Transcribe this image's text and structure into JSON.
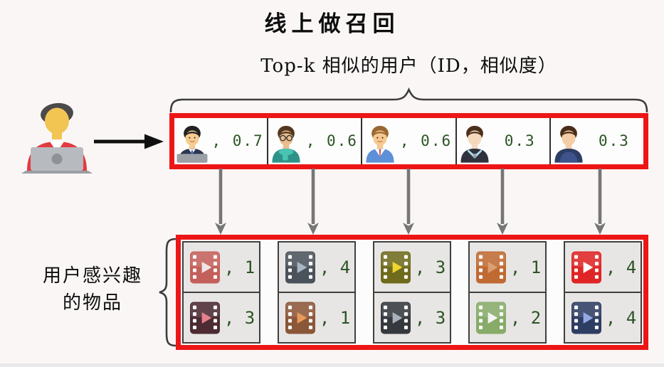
{
  "title": "线上做召回",
  "top_label": "Top-k 相似的用户（ID，相似度）",
  "bottom_label": {
    "line1": "用户感兴趣",
    "line2": "的物品"
  },
  "colors": {
    "background": "#fbf6f6",
    "accent_red": "#ed1616",
    "score_green": "#2b5424",
    "arrow_gray": "#767676",
    "cell_border": "#2f2f2f",
    "item_bg": "#e8e6e4"
  },
  "icons": {
    "query_user": "user-at-laptop-icon",
    "flow_arrow": "right-arrow-icon",
    "group_arrows": "down-arrow-icon",
    "braces": "curly-brace"
  },
  "top_box": {
    "users": [
      {
        "id": "user-1",
        "avatar_icon": "businessman-laptop-avatar-icon",
        "score": ", 0.7",
        "avatar": {
          "kind": "laptop",
          "hair": "#222222",
          "skin": "#f6cd92",
          "torso": "#2d3550",
          "extra1": "#ffffff",
          "extra2": "#3b67ad",
          "laptop": "#9ba0a6"
        }
      },
      {
        "id": "user-2",
        "avatar_icon": "glasses-scarf-avatar-icon",
        "score": ", 0.6",
        "avatar": {
          "kind": "glasses-scarf",
          "hair": "#54361f",
          "skin": "#eabd8e",
          "torso": "#2f9288",
          "extra1": "#49c4b2",
          "extra2": "#333333"
        }
      },
      {
        "id": "user-3",
        "avatar_icon": "red-tie-avatar-icon",
        "score": ", 0.6",
        "avatar": {
          "kind": "tie",
          "hair": "#9a6733",
          "skin": "#f5c98f",
          "torso": "#5e90d8",
          "extra1": "#ffffff",
          "extra2": "#c23227"
        }
      },
      {
        "id": "user-4",
        "avatar_icon": "dark-jacket-avatar-icon",
        "score": "0.3",
        "avatar": {
          "kind": "jacket",
          "hair": "#4b2f1b",
          "skin": "#f6d9bd",
          "torso": "#30333d",
          "extra1": "#abdbed",
          "extra2": "#9aa0a6"
        }
      },
      {
        "id": "user-5",
        "avatar_icon": "navy-shirt-avatar-icon",
        "score": "0.3",
        "avatar": {
          "kind": "plain",
          "hair": "#4a2c18",
          "skin": "#f4cda6",
          "torso": "#2c3e66",
          "extra1": "#3e538b"
        }
      }
    ]
  },
  "bottom_box": {
    "columns": [
      {
        "items": [
          {
            "icon": "film-icon",
            "color": "#c4605c",
            "play": "#efe6e6",
            "label": ", 1"
          },
          {
            "icon": "film-icon",
            "color": "#4c2b33",
            "play": "#e5808c",
            "label": ", 3"
          }
        ]
      },
      {
        "items": [
          {
            "icon": "film-icon",
            "color": "#4a525b",
            "play": "#a7b6c2",
            "label": ", 4"
          },
          {
            "icon": "film-icon",
            "color": "#8b5739",
            "play": "#e9995c",
            "label": ", 1"
          }
        ]
      },
      {
        "items": [
          {
            "icon": "film-icon",
            "color": "#6f6b1d",
            "play": "#efd530",
            "label": ", 3"
          },
          {
            "icon": "film-icon",
            "color": "#35393e",
            "play": "#a9b2ba",
            "label": ", 3"
          }
        ]
      },
      {
        "items": [
          {
            "icon": "film-icon",
            "color": "#c06a33",
            "play": "#daa071",
            "label": ", 1"
          },
          {
            "icon": "film-icon",
            "color": "#87ab68",
            "play": "#f4f4f4",
            "label": ", 2"
          }
        ]
      },
      {
        "items": [
          {
            "icon": "film-icon",
            "color": "#df2525",
            "play": "#ffffff",
            "label": ", 4"
          },
          {
            "icon": "film-icon",
            "color": "#2e3d62",
            "play": "#93a9e6",
            "label": ", 4"
          }
        ]
      }
    ]
  }
}
